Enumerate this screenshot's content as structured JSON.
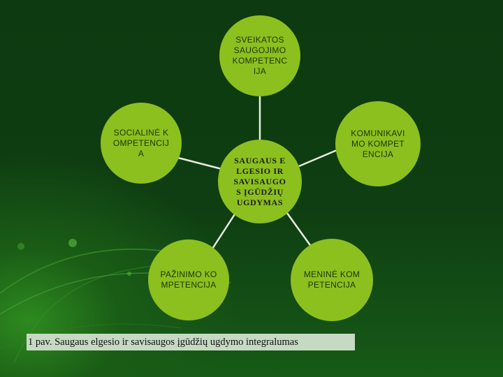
{
  "diagram": {
    "center": {
      "label": "SAUGAUS ELGESIO IR SAVISAUGOS ĮGŪDŽIŲ UGDYMAS"
    },
    "nodes": [
      {
        "id": "health",
        "label": "SVEIKATOS SAUGOJIMO KOMPETENCIJA"
      },
      {
        "id": "communication",
        "label": "KOMUNIKAVIMO KOMPETENCIJA"
      },
      {
        "id": "artistic",
        "label": "MENINĖ KOMPETENCIJA"
      },
      {
        "id": "cognitive",
        "label": "PAŽINIMO KOMPETENCIJA"
      },
      {
        "id": "social",
        "label": "SOCIALINĖ KOMPETENCIJA"
      }
    ]
  },
  "caption": "1 pav. Saugaus elgesio ir savisaugos įgūdžių ugdymo integralumas",
  "colors": {
    "background": "#0f3d12",
    "node_fill": "#8cc01e",
    "connector": "#e9ecdf",
    "caption_fill": "#c6d9c3"
  }
}
